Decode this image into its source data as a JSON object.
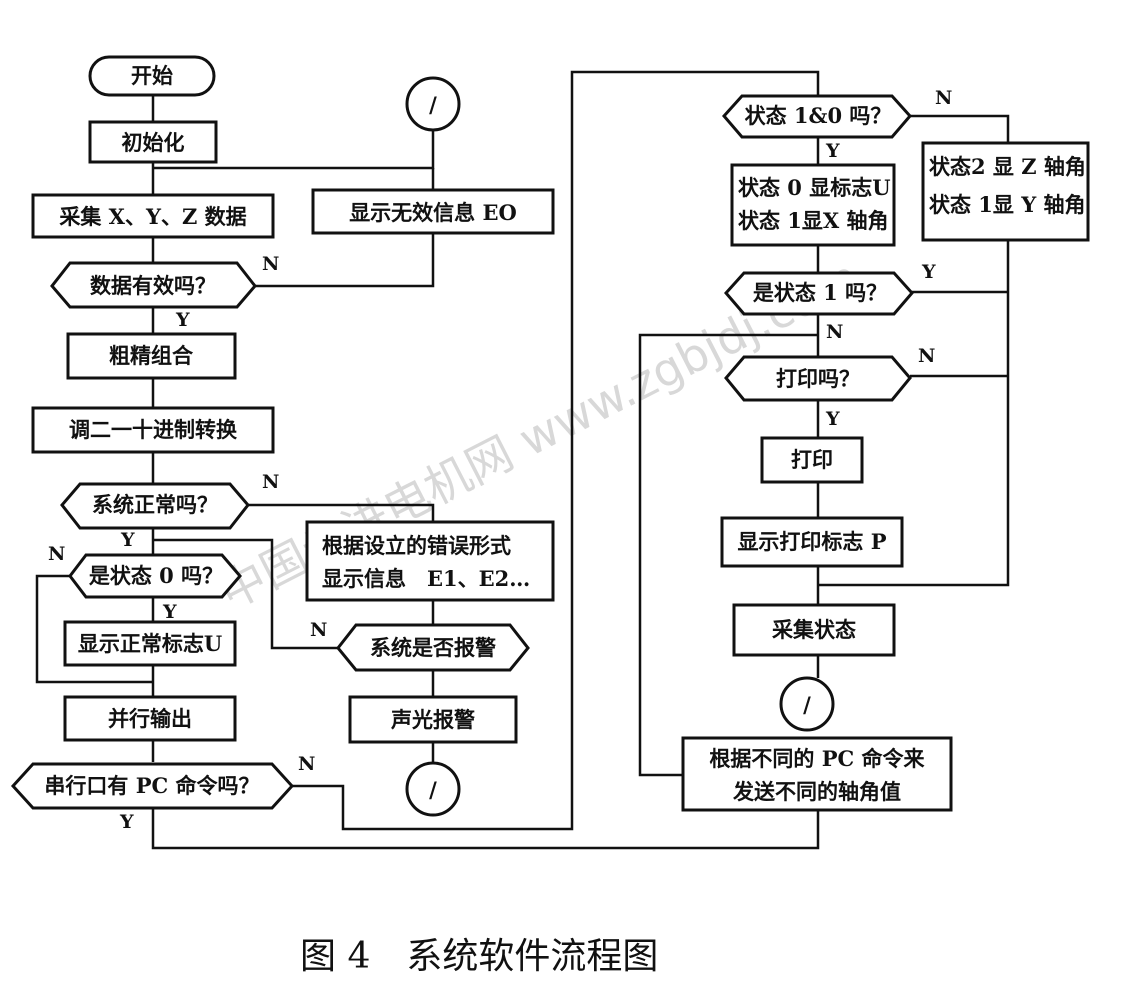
{
  "watermark": "中国步进电机网  www.zgbjdj.com",
  "nodes": {
    "start": "开始",
    "init": "初始化",
    "collect_xyz": "采集 X、Y、Z 数据",
    "show_invalid": "显示无效信息 EO",
    "data_valid_q": "数据有效吗？",
    "coarse_fine": "粗精组合",
    "bin_dec": "调二一十进制转换",
    "system_normal_q": "系统正常吗？",
    "error_info_1": "根据设立的错误形式",
    "error_info_2": "显示信息　E1、E2…",
    "state0_q": "是状态 0 吗？",
    "show_normal_u": "显示正常标志U",
    "system_alarm_q": "系统是否报警",
    "parallel_out": "并行输出",
    "sound_light_alarm": "声光报警",
    "serial_pc_q": "串行口有 PC 命令吗？",
    "state_10_q": "状态 1&0 吗？",
    "state_box_1a": "状态 0 显标志U",
    "state_box_1b": "状态 1显X 轴角",
    "state_box_2a": "状态2 显 Z 轴角",
    "state_box_2b": "状态 1显 Y 轴角",
    "is_state1_q": "是状态 1 吗？",
    "print_q": "打印吗？",
    "print": "打印",
    "show_print_p": "显示打印标志 P",
    "collect_state": "采集状态",
    "pc_send_1": "根据不同的 PC 命令来",
    "pc_send_2": "发送不同的轴角值",
    "connector_symbol": "/"
  },
  "branch_labels": {
    "yes": "Y",
    "no": "N"
  },
  "caption": "图 4　系统软件流程图"
}
